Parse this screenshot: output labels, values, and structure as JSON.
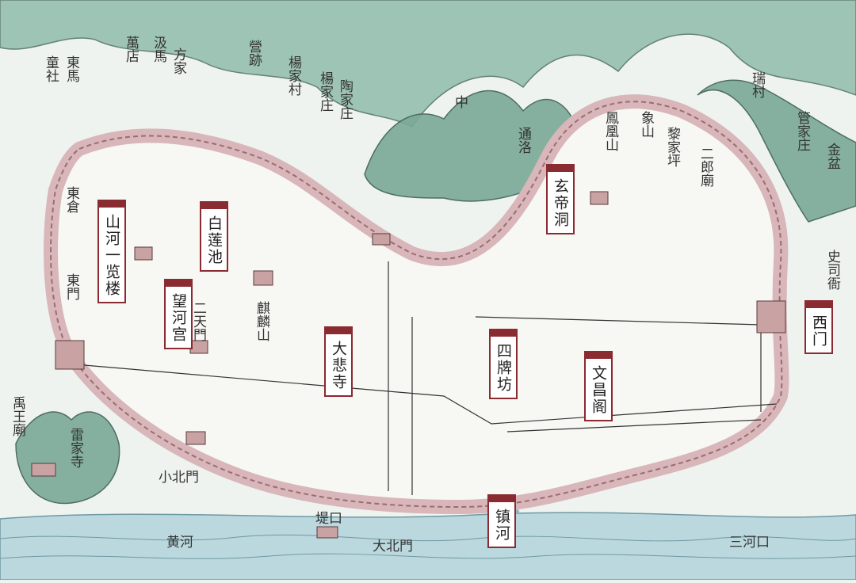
{
  "labels": {
    "shanhe": "山河一览楼",
    "bailianchi": "白莲池",
    "wanghegong": "望河宫",
    "dabeisi": "大悲寺",
    "xuandidong": "玄帝洞",
    "sipaifang": "四牌坊",
    "wenchangge": "文昌阁",
    "zhenhe": "镇河",
    "ximen": "西门"
  },
  "map_text": {
    "dongma": "東馬",
    "tongshe": "童社",
    "wandian": "萬店",
    "jibian": "汲馬",
    "fangjia": "方家",
    "yingji": "營跡",
    "yangjiacun": "楊家村",
    "yangjiazhuang": "楊家庄",
    "taojiazhuang": "陶家庄",
    "dongcang": "東倉",
    "dongmen": "東門",
    "erdamen": "二天門",
    "qilinshan": "麒麟山",
    "zhongjing": "中",
    "tongluo": "通洛",
    "fenghuangshan": "鳳凰山",
    "xiangshan": "象山",
    "lijiaping": "黎家坪",
    "erlangmiao": "二郎廟",
    "ruicun": "瑞村",
    "guanjiazhuang": "管家庄",
    "jinhe": "金盆",
    "shisiyiya": "史司衙",
    "leijiasi": "雷家寺",
    "yuwangmiao": "禹王廟",
    "xiaobeimen": "小北門",
    "dabeimen": "大北門",
    "dikou": "堤口",
    "huanghe": "黄河",
    "sankou": "三河口"
  },
  "colors": {
    "wall": "#d8b6ba",
    "wall_edge": "#9a6d72",
    "mountain": "#7fae9e",
    "river": "#bcd8df",
    "label_border": "#8a2a31"
  }
}
